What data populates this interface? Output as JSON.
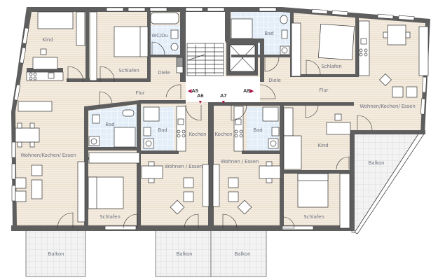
{
  "plan": {
    "type": "floor-plan",
    "colors": {
      "wall": "#5e5e5e",
      "floor_wood": "#f4ece0",
      "floor_stripe": "#ebdfcd",
      "tile_bath": "#e3eef8",
      "tile_balcony": "#f2f2f2",
      "stair_core": "#ffffff",
      "section_marker": "#b0154a"
    },
    "rooms": {
      "kind_nw": "Kind",
      "schlafen_n1": "Schlafen",
      "wc_du": "WC/Du",
      "diele_w": "Diele",
      "flur_w": "Flur",
      "bad_n": "Bad",
      "schlafen_ne": "Schlafen",
      "diele_e": "Diele",
      "flur_e": "Flur",
      "wke_e": "Wohnen/Kochen/ Essen",
      "wke_w": "Wohnen/Kochen/ Essen",
      "bad_w1": "Bad",
      "bad_w2": "Bad",
      "kochen_1": "Kochen",
      "kochen_2": "Kochen",
      "bad_e2": "Bad",
      "kind_e": "Kind",
      "wohnen_essen_1": "Wohnen / Essen",
      "wohnen_essen_2": "Wohnen / Essen",
      "schlafen_sw": "Schlafen",
      "schlafen_se": "Schlafen",
      "balkon_e": "Balkon",
      "balkon_s1": "Balkon",
      "balkon_s2": "Balkon",
      "balkon_s3": "Balkon"
    },
    "section_markers": {
      "a5": "A5",
      "a6": "A6",
      "a7": "A7",
      "a8": "A8"
    }
  }
}
